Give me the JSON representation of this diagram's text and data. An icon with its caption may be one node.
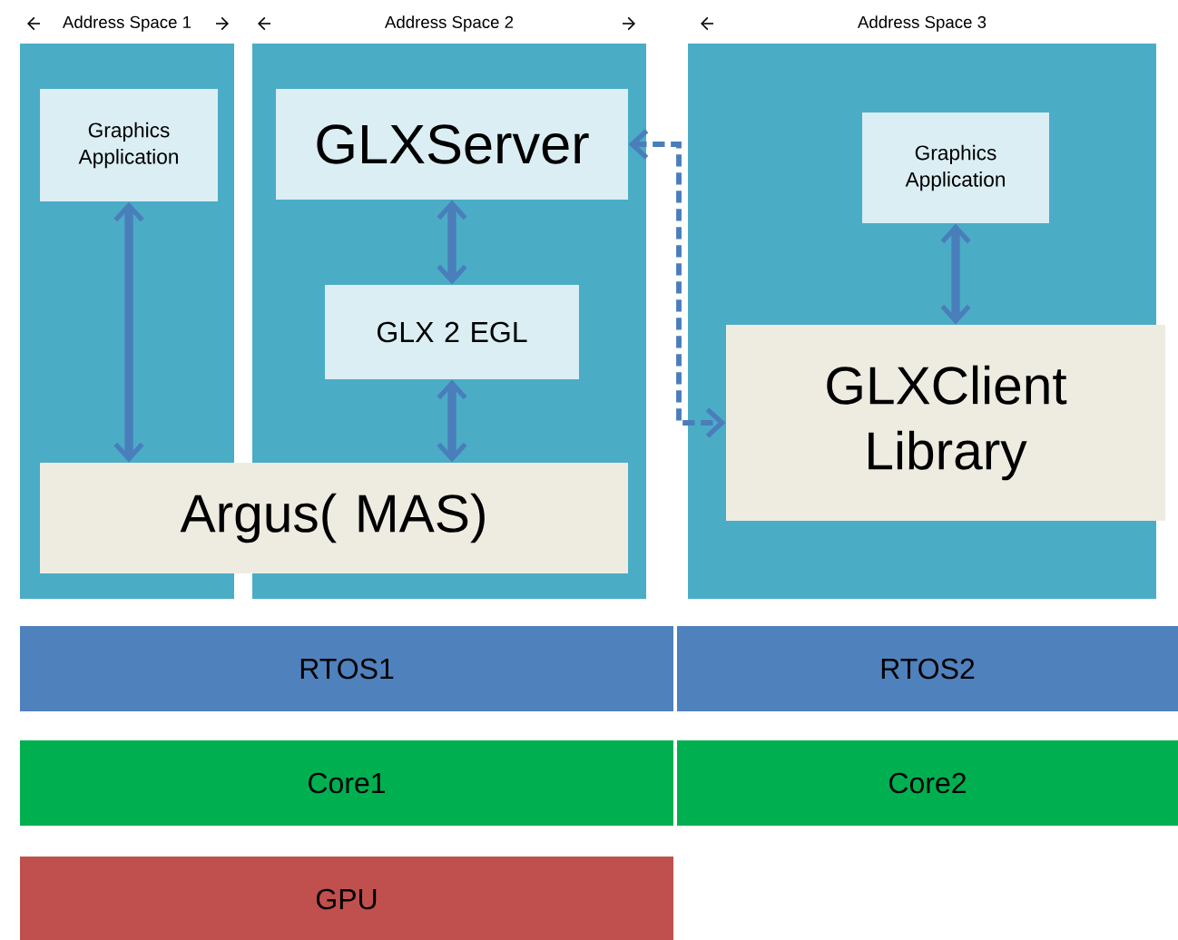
{
  "diagram": {
    "nodes": [
      {
        "text": [
          "Address Space 1"
        ]
      },
      {
        "text": [
          "Graphics Application"
        ],
        "in": 0
      },
      {
        "text": [
          "Address Space 2"
        ]
      },
      {
        "text": [
          "GLXServer"
        ],
        "in": 2
      },
      {
        "text": [
          "GLX 2 EGL"
        ],
        "in": 2
      },
      {
        "text": [
          "Argus( MAS)"
        ]
      },
      {
        "text": [
          "Address Space 3"
        ]
      },
      {
        "text": [
          "Graphics Application"
        ],
        "in": 6
      },
      {
        "text": [
          "GLXClient Library"
        ],
        "in": 6
      },
      {
        "text": [
          "RTOS1"
        ]
      },
      {
        "text": [
          "RTOS2"
        ]
      },
      {
        "text": [
          "Core1"
        ]
      },
      {
        "text": [
          "Core2"
        ]
      },
      {
        "text": [
          "GPU"
        ]
      }
    ],
    "edges": [
      {
        "from": 1,
        "to": 5,
        "arrow": "both"
      },
      {
        "from": 3,
        "to": 4,
        "arrow": "both"
      },
      {
        "from": 4,
        "to": 5,
        "arrow": "both"
      },
      {
        "from": 3,
        "to": 8,
        "arrow": "both",
        "style": "dashed"
      },
      {
        "from": 7,
        "to": 8,
        "arrow": "both"
      }
    ]
  }
}
